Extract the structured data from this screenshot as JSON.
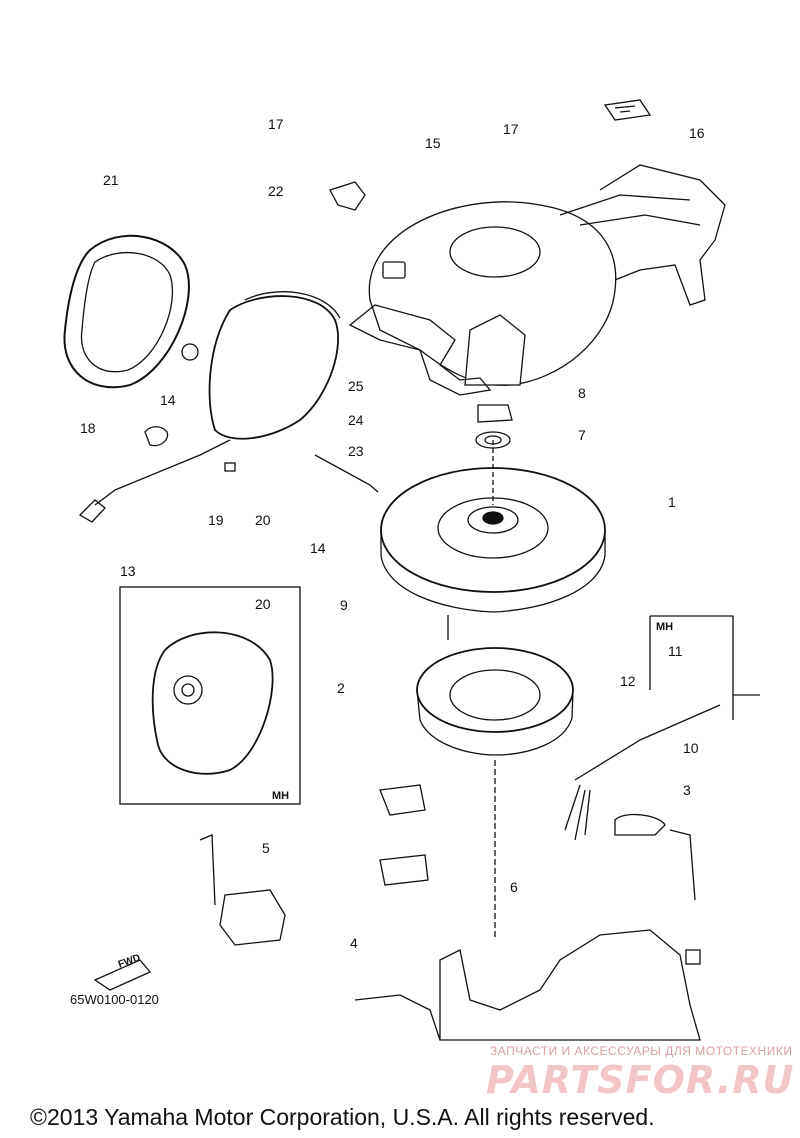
{
  "callouts": [
    "17",
    "22",
    "21",
    "15",
    "17",
    "16",
    "14",
    "18",
    "25",
    "24",
    "23",
    "8",
    "7",
    "19",
    "20",
    "14",
    "13",
    "1",
    "20",
    "9",
    "2",
    "12",
    "11",
    "10",
    "3",
    "5",
    "6",
    "4"
  ],
  "inset_tags": [
    "MH",
    "MH"
  ],
  "fwd_label": "FWD",
  "diagram_code": "65W0100-0120",
  "watermark_small": "ЗАПЧАСТИ И АКСЕССУАРЫ ДЛЯ МОТОТЕХНИКИ",
  "watermark_big": "PARTSFOR.RU",
  "copyright": "©2013 Yamaha Motor Corporation, U.S.A. All rights reserved."
}
